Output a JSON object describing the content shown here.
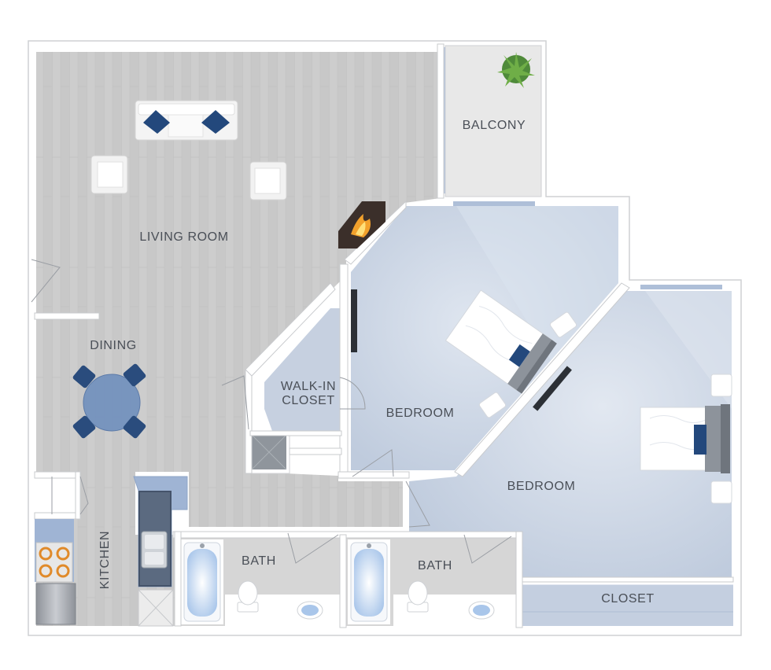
{
  "floorplan": {
    "rooms": {
      "balcony": "BALCONY",
      "living_room": "LIVING ROOM",
      "dining": "DINING",
      "walk_in_closet_line1": "WALK-IN",
      "walk_in_closet_line2": "CLOSET",
      "bedroom_1": "BEDROOM",
      "bedroom_2": "BEDROOM",
      "kitchen": "KITCHEN",
      "bath_1": "BATH",
      "bath_2": "BATH",
      "closet": "CLOSET"
    },
    "colors": {
      "wood_floor": "#c9c9c9",
      "carpet": "#c7d2e2",
      "balcony_floor": "#e6e6e6",
      "wall": "#ffffff",
      "wall_outline": "#c4c6ca",
      "accent_blue": "#2b4a78",
      "counter": "#9fb4d4",
      "stove": "#e08a2a"
    },
    "icons": [
      "fireplace-icon",
      "plant-icon",
      "sofa-icon",
      "armchair-icon",
      "dining-table-icon",
      "bed-icon",
      "tv-icon",
      "bathtub-icon",
      "toilet-icon",
      "sink-icon",
      "stove-icon",
      "refrigerator-icon",
      "kitchen-sink-icon"
    ]
  }
}
